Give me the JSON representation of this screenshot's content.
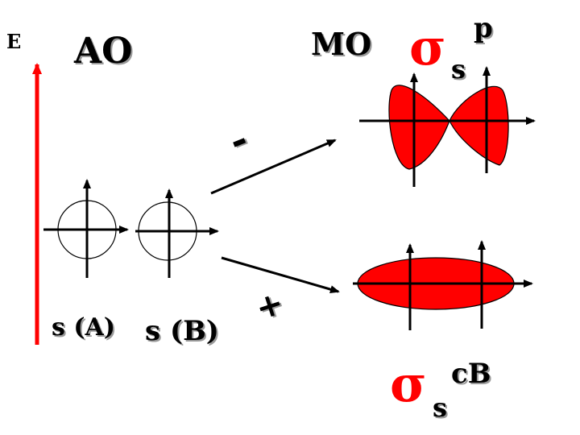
{
  "energy_label": "E",
  "ao_label": "AO",
  "mo_label": "MO",
  "antibonding": {
    "symbol": "σ",
    "subscript": "s",
    "superscript": "p"
  },
  "bonding": {
    "symbol": "σ",
    "subscript": "s",
    "superscript": "cB"
  },
  "minus_sign": "-",
  "plus_sign": "+",
  "atom_a_label": "s (A)",
  "atom_b_label": "s (B)",
  "colors": {
    "lobe": "#ff0000",
    "arrow": "#ff0000",
    "line": "#000000"
  }
}
